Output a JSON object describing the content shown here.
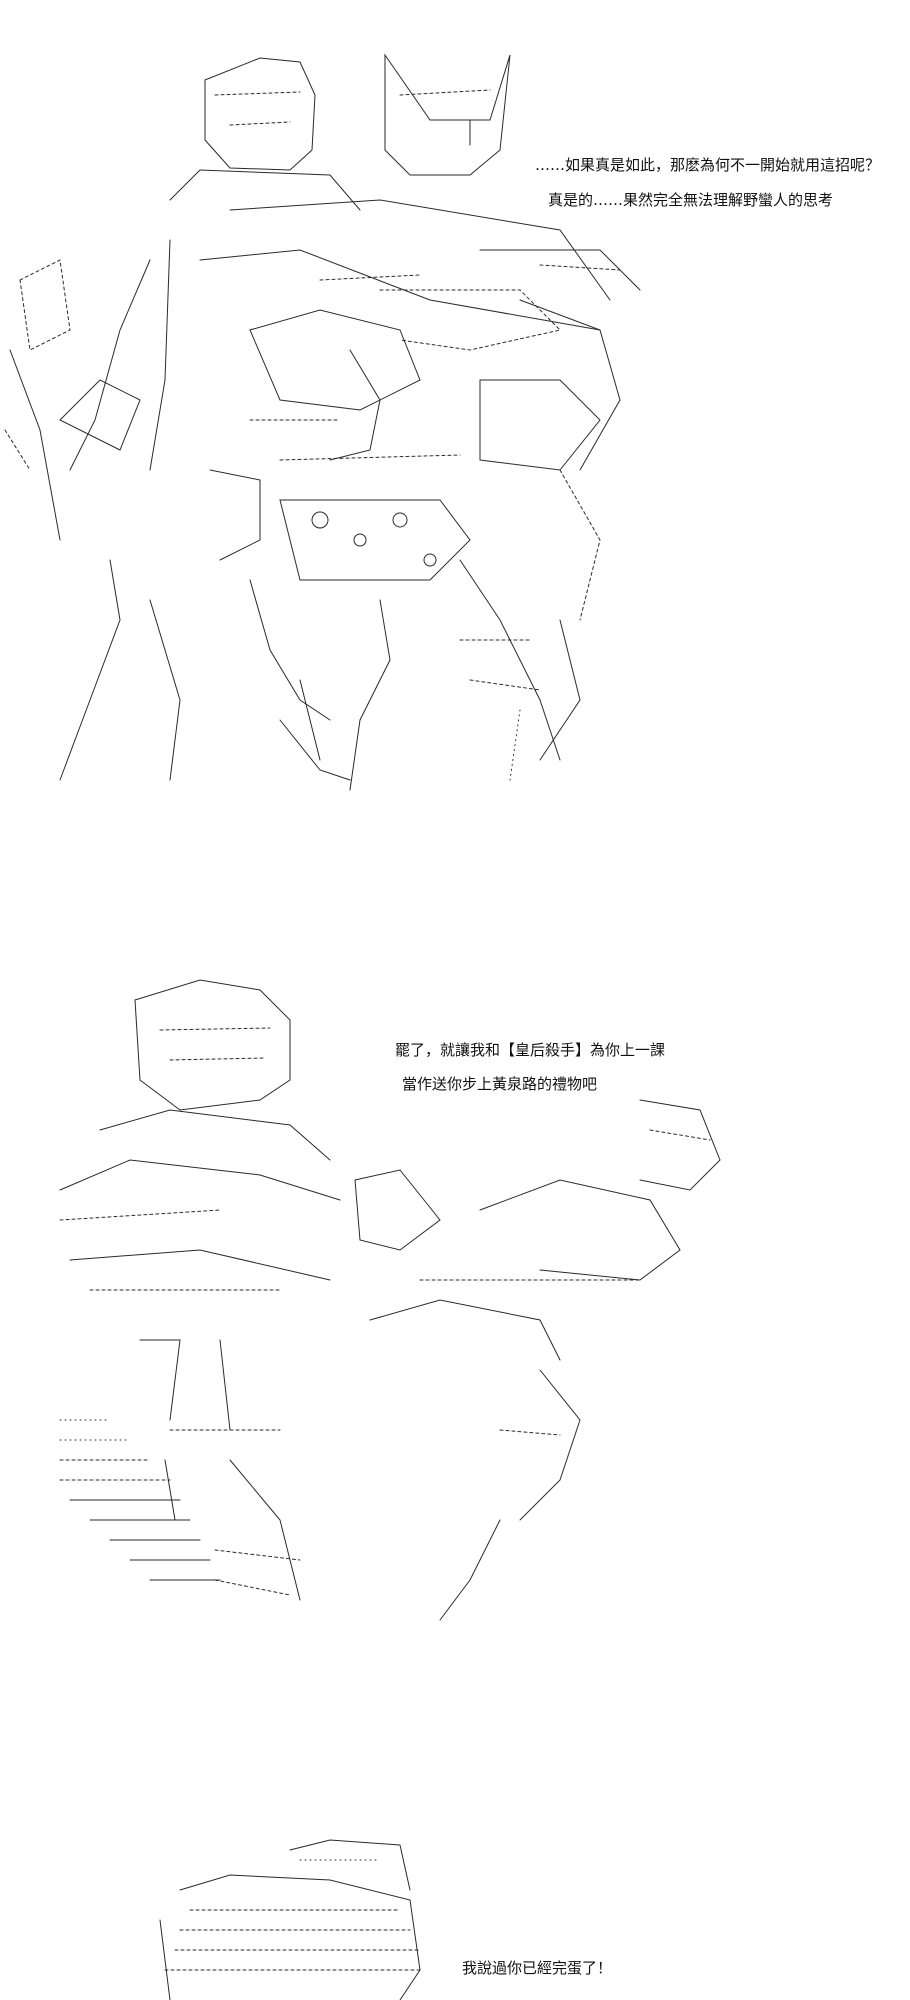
{
  "panels": [
    {
      "dialogue": [
        "……如果真是如此，那麽為何不一開始就用這招呢？",
        "真是的……果然完全無法理解野蠻人的思考"
      ]
    },
    {
      "dialogue": [
        "罷了，就讓我和【皇后殺手】為你上一課",
        "當作送你步上黃泉路的禮物吧"
      ]
    },
    {
      "dialogue": [
        "我說過你已經完蛋了！"
      ]
    }
  ]
}
